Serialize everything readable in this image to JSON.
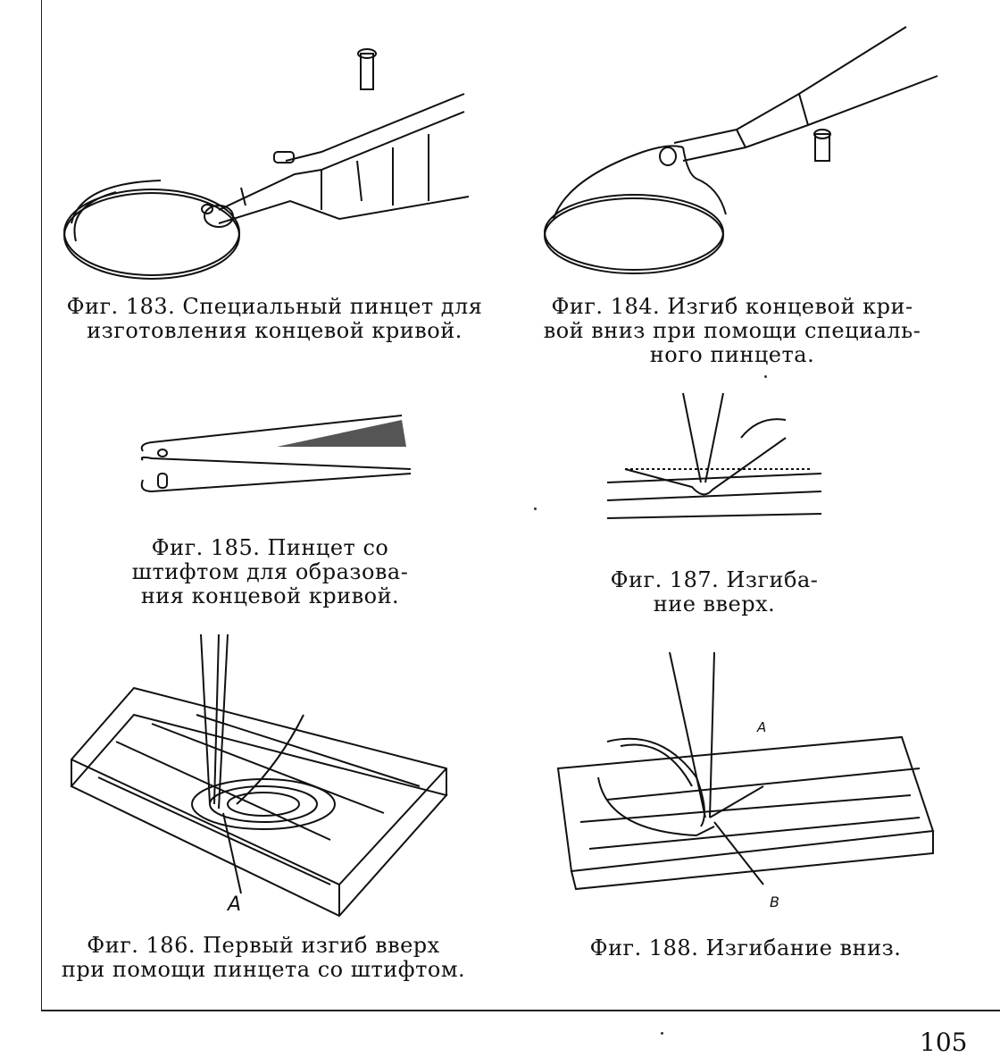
{
  "figures": [
    {
      "id": "fig183",
      "icon": "special-tweezers-with-hairspring-illustration",
      "caption": [
        "Фиг. 183. Специальный пинцет для",
        "изготовления концевой кривой."
      ]
    },
    {
      "id": "fig184",
      "icon": "bending-overcoil-down-illustration",
      "caption": [
        "Фиг. 184. Изгиб концевой кри-",
        "вой вниз при помощи специаль-",
        "ного пинцета."
      ]
    },
    {
      "id": "fig185",
      "icon": "tweezers-with-pin-illustration",
      "caption": [
        "Фиг. 185. Пинцет со",
        "штифтом для образова-",
        "ния концевой кривой."
      ]
    },
    {
      "id": "fig187",
      "icon": "bending-up-illustration",
      "caption": [
        "Фиг. 187. Изгиба-",
        "ние вверх."
      ]
    },
    {
      "id": "fig186",
      "icon": "first-bend-up-on-board-illustration",
      "caption": [
        "Фиг. 186. Первый изгиб вверх",
        "при помощи пинцета со штифтом."
      ],
      "labels": {
        "a": "A"
      }
    },
    {
      "id": "fig188",
      "icon": "bending-down-on-board-illustration",
      "caption": [
        "Фиг. 188. Изгибание вниз."
      ],
      "labels": {
        "a": "A",
        "b": "B"
      }
    }
  ],
  "page_number": "105"
}
